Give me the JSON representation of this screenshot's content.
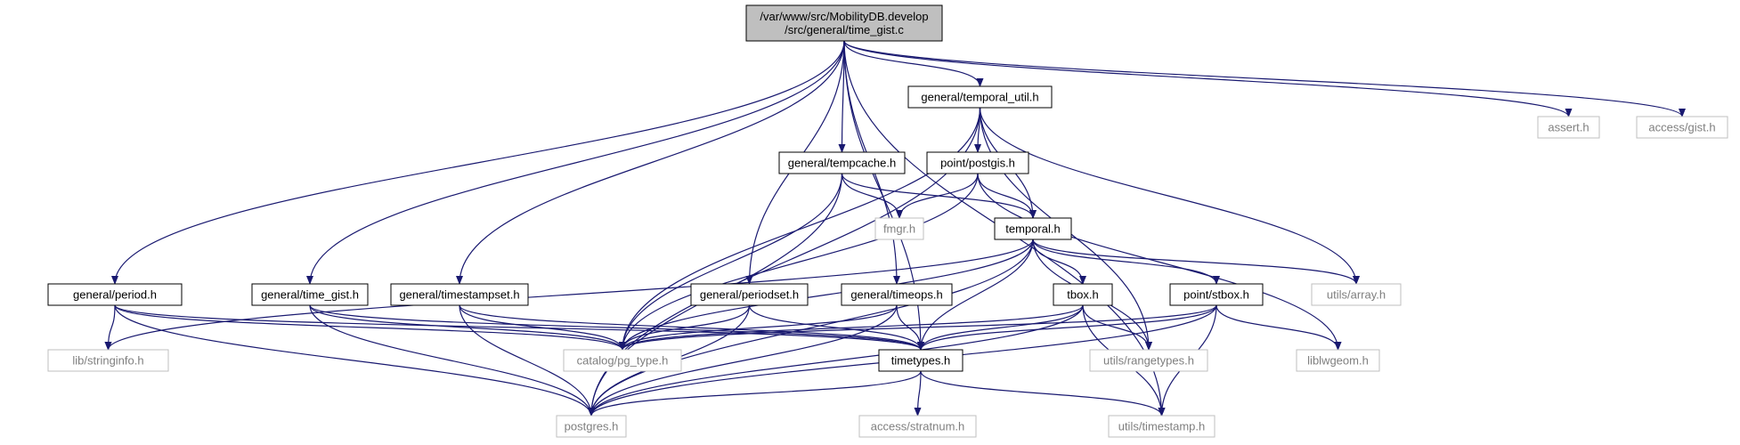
{
  "graph": {
    "colors": {
      "edge": "#191970",
      "root_fill": "#bfbfbf",
      "node_border": "#000000",
      "external_border": "#bfbfbf",
      "external_text": "#7f7f7f",
      "text": "#000000"
    },
    "nodes": [
      {
        "id": "root",
        "lines": [
          "/var/www/src/MobilityDB.develop",
          "/src/general/time_gist.c"
        ],
        "kind": "root"
      },
      {
        "id": "assert",
        "lines": [
          "assert.h"
        ],
        "kind": "external"
      },
      {
        "id": "gist",
        "lines": [
          "access/gist.h"
        ],
        "kind": "external"
      },
      {
        "id": "temporal_util",
        "lines": [
          "general/temporal_util.h"
        ],
        "kind": "file"
      },
      {
        "id": "tempcache",
        "lines": [
          "general/tempcache.h"
        ],
        "kind": "file"
      },
      {
        "id": "postgis",
        "lines": [
          "point/postgis.h"
        ],
        "kind": "file"
      },
      {
        "id": "fmgr",
        "lines": [
          "fmgr.h"
        ],
        "kind": "external"
      },
      {
        "id": "temporal",
        "lines": [
          "temporal.h"
        ],
        "kind": "file"
      },
      {
        "id": "utils_array",
        "lines": [
          "utils/array.h"
        ],
        "kind": "external"
      },
      {
        "id": "period",
        "lines": [
          "general/period.h"
        ],
        "kind": "file"
      },
      {
        "id": "time_gist_h",
        "lines": [
          "general/time_gist.h"
        ],
        "kind": "file"
      },
      {
        "id": "timestampset",
        "lines": [
          "general/timestampset.h"
        ],
        "kind": "file"
      },
      {
        "id": "periodset",
        "lines": [
          "general/periodset.h"
        ],
        "kind": "file"
      },
      {
        "id": "timeops",
        "lines": [
          "general/timeops.h"
        ],
        "kind": "file"
      },
      {
        "id": "tbox",
        "lines": [
          "tbox.h"
        ],
        "kind": "file"
      },
      {
        "id": "stbox",
        "lines": [
          "point/stbox.h"
        ],
        "kind": "file"
      },
      {
        "id": "stringinfo",
        "lines": [
          "lib/stringinfo.h"
        ],
        "kind": "external"
      },
      {
        "id": "pg_type",
        "lines": [
          "catalog/pg_type.h"
        ],
        "kind": "external"
      },
      {
        "id": "timetypes",
        "lines": [
          "timetypes.h"
        ],
        "kind": "file"
      },
      {
        "id": "rangetypes",
        "lines": [
          "utils/rangetypes.h"
        ],
        "kind": "external"
      },
      {
        "id": "liblwgeom",
        "lines": [
          "liblwgeom.h"
        ],
        "kind": "external"
      },
      {
        "id": "postgres",
        "lines": [
          "postgres.h"
        ],
        "kind": "external"
      },
      {
        "id": "stratnum",
        "lines": [
          "access/stratnum.h"
        ],
        "kind": "external"
      },
      {
        "id": "timestamp",
        "lines": [
          "utils/timestamp.h"
        ],
        "kind": "external"
      }
    ],
    "edges": [
      [
        "root",
        "assert"
      ],
      [
        "root",
        "gist"
      ],
      [
        "root",
        "temporal_util"
      ],
      [
        "root",
        "tempcache"
      ],
      [
        "root",
        "period"
      ],
      [
        "root",
        "time_gist_h"
      ],
      [
        "root",
        "timestampset"
      ],
      [
        "root",
        "periodset"
      ],
      [
        "root",
        "timeops"
      ],
      [
        "root",
        "timetypes"
      ],
      [
        "root",
        "timestamp"
      ],
      [
        "temporal_util",
        "postgis"
      ],
      [
        "temporal_util",
        "temporal"
      ],
      [
        "temporal_util",
        "utils_array"
      ],
      [
        "temporal_util",
        "pg_type"
      ],
      [
        "temporal_util",
        "postgres"
      ],
      [
        "temporal_util",
        "rangetypes"
      ],
      [
        "tempcache",
        "fmgr"
      ],
      [
        "tempcache",
        "temporal"
      ],
      [
        "tempcache",
        "pg_type"
      ],
      [
        "tempcache",
        "postgres"
      ],
      [
        "postgis",
        "fmgr"
      ],
      [
        "postgis",
        "temporal"
      ],
      [
        "postgis",
        "liblwgeom"
      ],
      [
        "postgis",
        "pg_type"
      ],
      [
        "temporal",
        "tbox"
      ],
      [
        "temporal",
        "stbox"
      ],
      [
        "temporal",
        "utils_array"
      ],
      [
        "temporal",
        "rangetypes"
      ],
      [
        "temporal",
        "timetypes"
      ],
      [
        "temporal",
        "pg_type"
      ],
      [
        "temporal",
        "stringinfo"
      ],
      [
        "temporal",
        "postgres"
      ],
      [
        "period",
        "stringinfo"
      ],
      [
        "period",
        "pg_type"
      ],
      [
        "period",
        "timetypes"
      ],
      [
        "period",
        "postgres"
      ],
      [
        "time_gist_h",
        "pg_type"
      ],
      [
        "time_gist_h",
        "timetypes"
      ],
      [
        "time_gist_h",
        "postgres"
      ],
      [
        "timestampset",
        "pg_type"
      ],
      [
        "timestampset",
        "timetypes"
      ],
      [
        "timestampset",
        "postgres"
      ],
      [
        "periodset",
        "pg_type"
      ],
      [
        "periodset",
        "timetypes"
      ],
      [
        "periodset",
        "postgres"
      ],
      [
        "timeops",
        "pg_type"
      ],
      [
        "timeops",
        "timetypes"
      ],
      [
        "timeops",
        "postgres"
      ],
      [
        "tbox",
        "pg_type"
      ],
      [
        "tbox",
        "timetypes"
      ],
      [
        "tbox",
        "rangetypes"
      ],
      [
        "tbox",
        "postgres"
      ],
      [
        "tbox",
        "timestamp"
      ],
      [
        "stbox",
        "pg_type"
      ],
      [
        "stbox",
        "timetypes"
      ],
      [
        "stbox",
        "liblwgeom"
      ],
      [
        "stbox",
        "postgres"
      ],
      [
        "stbox",
        "timestamp"
      ],
      [
        "timetypes",
        "postgres"
      ],
      [
        "timetypes",
        "stratnum"
      ],
      [
        "timetypes",
        "timestamp"
      ]
    ]
  }
}
